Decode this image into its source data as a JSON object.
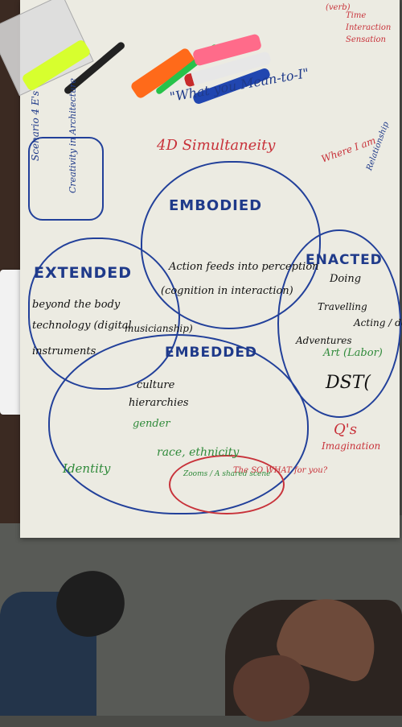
{
  "poster": {
    "title_top": "4D Simultaneity",
    "quote": "\"What you Mean-to-I\"",
    "center": "EMBODIED",
    "center_sub": "Action feeds into perception",
    "center_sub2": "(cognition in interaction)",
    "extended": "EXTENDED",
    "extended_lines": [
      "beyond the body",
      "technology (digital",
      "instruments",
      "musicianship)"
    ],
    "enacted": "ENACTED",
    "enacted_lines": [
      "Doing",
      "Travelling",
      "Acting / doing",
      "Art (Labor)",
      "Adventures"
    ],
    "embedded": "EMBEDDED",
    "embedded_lines": [
      "culture",
      "hierarchies",
      "gender",
      "race, ethnicity",
      "Identity"
    ],
    "scenario": "Scenario 4 E's",
    "creativity": "Creativity in Architecture",
    "qs": "Q's",
    "imagination": "Imagination",
    "dst": "DST(",
    "where_am_i": "Where I am",
    "relationship": "Relationship",
    "circle_text": "Zooms / A shared scene",
    "so_what": "The SO WHAT for you?",
    "top_right": [
      "(verb)",
      "Time",
      "Interaction",
      "Sensation"
    ]
  },
  "colors": {
    "paper": "#ecebe2",
    "table": "#3b2a22",
    "floor": "#585a56",
    "ink_blue": "#1f3a8a",
    "ink_red": "#c8323a",
    "ink_green": "#2f8a3a"
  }
}
